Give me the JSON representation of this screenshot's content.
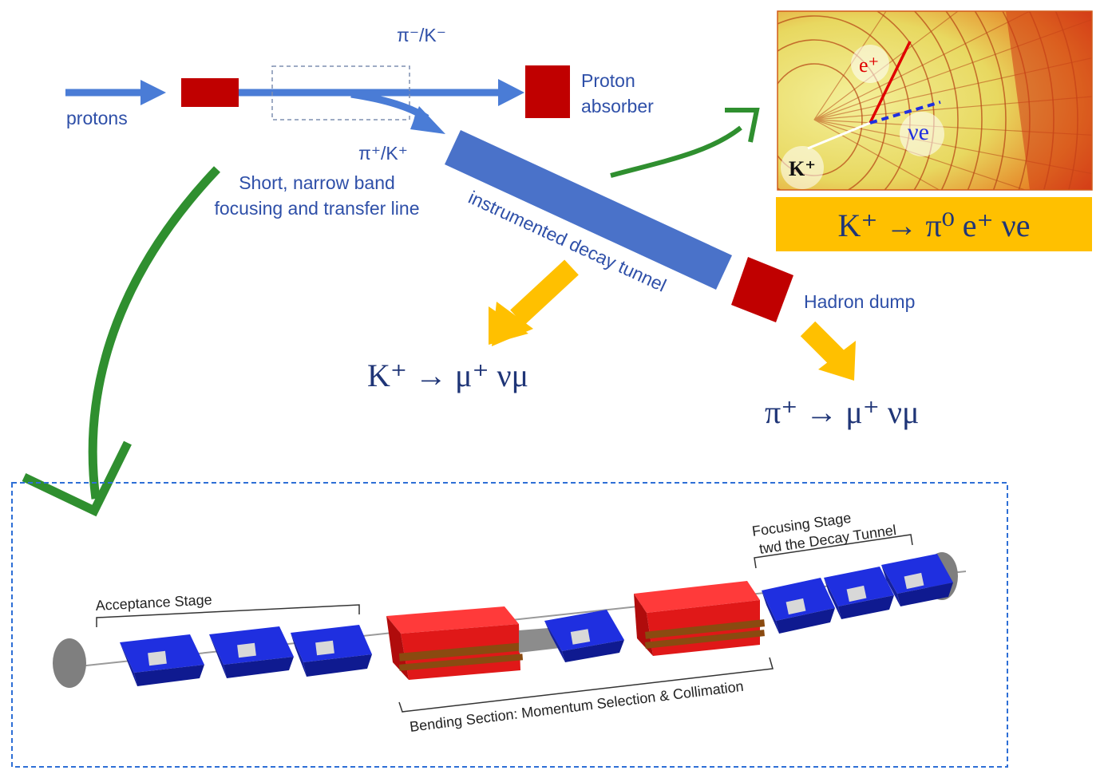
{
  "colors": {
    "beam_blue": "#4a7cd6",
    "tunnel_blue": "#4a72c9",
    "target_red": "#c00000",
    "arrow_green": "#2f8f2f",
    "arrow_yellow": "#ffc000",
    "label_blue": "#2e4fa8",
    "magnet_blue": "#1f2fe0",
    "dipole_red": "#e01818",
    "inset_bg": "#ffc000"
  },
  "top": {
    "protons": "protons",
    "negative_beam": "π⁻/K⁻",
    "positive_beam": "π⁺/K⁺",
    "proton_absorber_line1": "Proton",
    "proton_absorber_line2": "absorber",
    "transfer_line1": "Short, narrow band",
    "transfer_line2": "focusing and transfer line",
    "tunnel": "instrumented decay tunnel",
    "hadron_dump": "Hadron dump"
  },
  "formulas": {
    "kaon_mu": "K⁺ → μ⁺ νμ",
    "pion_mu": "π⁺ → μ⁺ νμ",
    "kaon_e3": "K⁺ → π⁰ e⁺ νe"
  },
  "inset": {
    "positron": "e⁺",
    "neutrino": "νe",
    "kaon": "K⁺"
  },
  "bottom": {
    "acceptance": "Acceptance Stage",
    "bending": "Bending Section: Momentum Selection & Collimation",
    "focusing_line1": "Focusing Stage",
    "focusing_line2": "twd the Decay Tunnel"
  }
}
